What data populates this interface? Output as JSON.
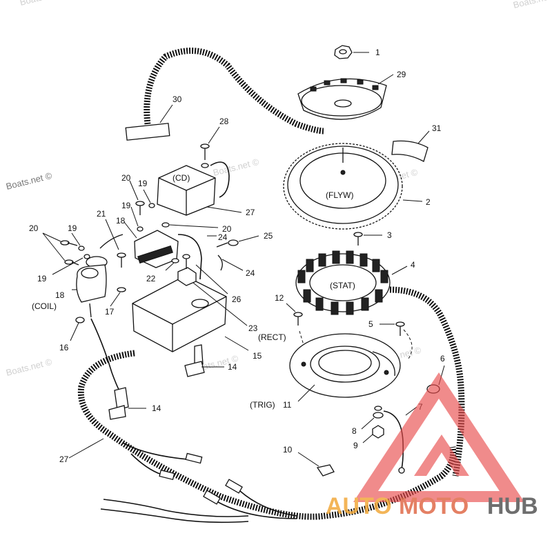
{
  "watermarks": {
    "site": "Boats.net ©",
    "brand_auto": "AUTO",
    "brand_moto": "MOTO",
    "brand_hub": "HUB"
  },
  "inline_labels": {
    "cd": "(CD)",
    "flyw": "(FLYW)",
    "stat": "(STAT)",
    "coil": "(COIL)",
    "rect": "(RECT)",
    "trig": "(TRIG)"
  },
  "callouts": {
    "n1": "1",
    "n2": "2",
    "n3": "3",
    "n4": "4",
    "n5": "5",
    "n6": "6",
    "n7": "7",
    "n8": "8",
    "n9": "9",
    "n10": "10",
    "n11": "11",
    "n12": "12",
    "n14a": "14",
    "n14b": "14",
    "n15": "15",
    "n16": "16",
    "n17": "17",
    "n18a": "18",
    "n18b": "18",
    "n19a": "19",
    "n19b": "19",
    "n19c": "19",
    "n19d": "19",
    "n20a": "20",
    "n20b": "20",
    "n20c": "20",
    "n21": "21",
    "n22": "22",
    "n23": "23",
    "n24a": "24",
    "n24b": "24",
    "n25": "25",
    "n26": "26",
    "n27a": "27",
    "n27b": "27",
    "n28": "28",
    "n29": "29",
    "n30": "30",
    "n31": "31"
  },
  "colors": {
    "logo_triangle": "#e84a4a",
    "logo_auto": "#f2a93b",
    "logo_moto": "#e06a4a",
    "logo_hub": "#555555"
  }
}
